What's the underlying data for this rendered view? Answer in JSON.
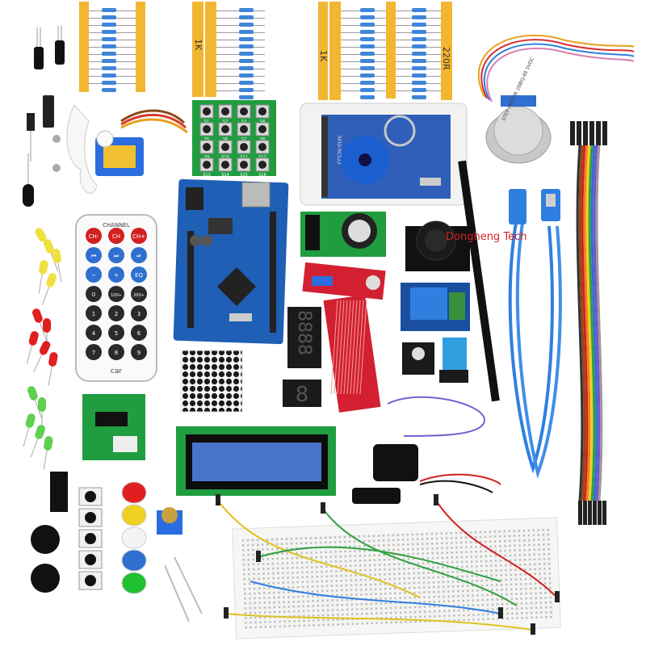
{
  "watermark": "Dongheng Tech",
  "resistor_strips": [
    {
      "label": ""
    },
    {
      "label": "1K"
    },
    {
      "label": "1K"
    },
    {
      "label": "220R"
    }
  ],
  "keypad_labels": [
    "S1",
    "S2",
    "S3",
    "S4",
    "S5",
    "S6",
    "S7",
    "S8",
    "S9",
    "S10",
    "S11",
    "S12",
    "S13",
    "S14",
    "S15",
    "S16"
  ],
  "remote": {
    "header": "CHANNEL",
    "buttons": [
      "CH-",
      "CH",
      "CH+",
      "⏮",
      "⏭",
      "⏯",
      "−",
      "+",
      "EQ",
      "0",
      "100+",
      "200+",
      "1",
      "2",
      "3",
      "4",
      "5",
      "6",
      "7",
      "8",
      "9"
    ],
    "brand": "car"
  },
  "rfid": {
    "label": "RFID-RC522"
  },
  "stepper": {
    "text": "STEP MOTOR 28BYJ-48 5VDC"
  },
  "seven_segment": {
    "four_digit": "8888",
    "single_digit": "8"
  },
  "colors": {
    "arduino": "#1f5fb5",
    "pcb_green": "#1f9d3f",
    "cable_blue": "#2f7fe0",
    "resistor_tape": "#f2b632",
    "lcd_blue": "#4a74c9"
  }
}
